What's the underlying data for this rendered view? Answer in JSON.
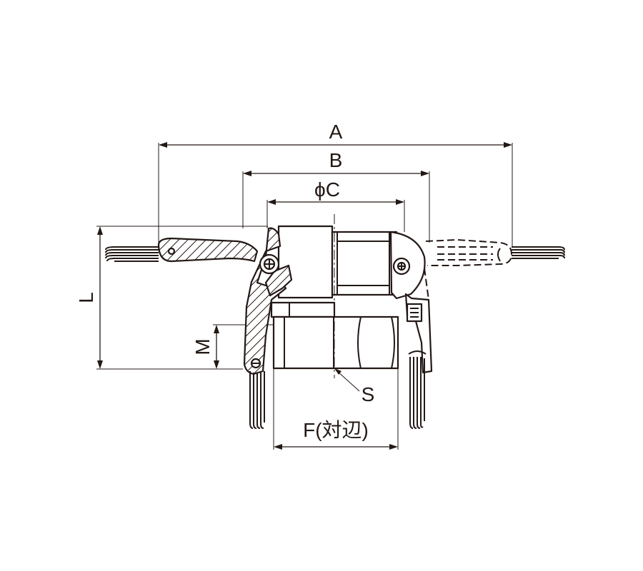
{
  "dimensions": {
    "A": "A",
    "B": "B",
    "C": "ϕC",
    "L": "L",
    "M": "M",
    "S": "S",
    "F": "F(対辺)"
  }
}
